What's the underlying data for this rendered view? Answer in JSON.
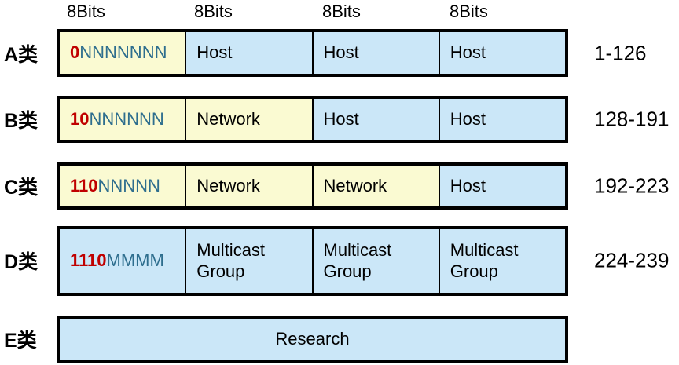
{
  "title": "IP address classes diagram",
  "colors": {
    "yellow": "#FAFAD2",
    "blue": "#CBE7F8",
    "red": "#C00000",
    "teal": "#2E6E8E",
    "border": "#000000"
  },
  "header": {
    "bit_labels": [
      "8Bits",
      "8Bits",
      "8Bits",
      "8Bits"
    ]
  },
  "rows": [
    {
      "label": "A类",
      "range": "1-126",
      "cells": [
        {
          "prefix": "0",
          "rest": "NNNNNNN"
        },
        {
          "text": "Host"
        },
        {
          "text": "Host"
        },
        {
          "text": "Host"
        }
      ]
    },
    {
      "label": "B类",
      "range": "128-191",
      "cells": [
        {
          "prefix": "10",
          "rest": "NNNNNN"
        },
        {
          "text": "Network"
        },
        {
          "text": "Host"
        },
        {
          "text": "Host"
        }
      ]
    },
    {
      "label": "C类",
      "range": "192-223",
      "cells": [
        {
          "prefix": "110",
          "rest": "NNNNN"
        },
        {
          "text": "Network"
        },
        {
          "text": "Network"
        },
        {
          "text": "Host"
        }
      ]
    },
    {
      "label": "D类",
      "range": "224-239",
      "cells": [
        {
          "prefix": "1110",
          "rest": "MMMM"
        },
        {
          "text": "Multicast Group"
        },
        {
          "text": "Multicast Group"
        },
        {
          "text": "Multicast Group"
        }
      ]
    },
    {
      "label": "E类",
      "range": "",
      "cells": [
        {
          "text": "Research"
        }
      ]
    }
  ]
}
